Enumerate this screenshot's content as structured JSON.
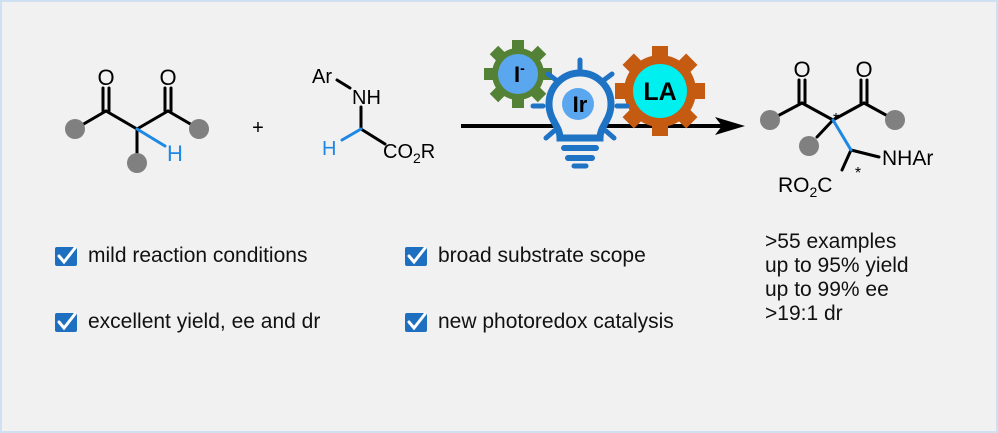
{
  "reaction": {
    "reactant1": {
      "atoms": {
        "o_left": "O",
        "o_right": "O",
        "h": "H"
      }
    },
    "plus": "+",
    "reactant2": {
      "atoms": {
        "ar": "Ar",
        "nh": "NH",
        "h": "H",
        "co2r_main": "CO",
        "co2r_sub": "2",
        "co2r_end": "R"
      }
    },
    "catalysts": {
      "iodide": {
        "label": "I",
        "charge": "-"
      },
      "photocatalyst": {
        "label": "Ir"
      },
      "lewis_acid": {
        "label": "LA"
      }
    },
    "product": {
      "atoms": {
        "o_left": "O",
        "o_right": "O",
        "star1": "*",
        "star2": "*",
        "nhar": "NHAr",
        "ro2c_a": "RO",
        "ro2c_sub": "2",
        "ro2c_b": "C"
      }
    }
  },
  "features": [
    {
      "label": "mild reaction conditions"
    },
    {
      "label": "broad substrate scope"
    },
    {
      "label": "excellent yield, ee and dr"
    },
    {
      "label": "new photoredox catalysis"
    }
  ],
  "stats": [
    ">55 examples",
    "up to 95% yield",
    "up to 99% ee",
    ">19:1 dr"
  ],
  "colors": {
    "highlight_bond": "#1e88e5",
    "substituent_dot": "#808080",
    "gear_green": "#538135",
    "gear_orange": "#c55a11",
    "iodide_circle": "#5aa7f0",
    "la_circle": "#00f0f0",
    "bulb_blue": "#1f73c4",
    "checkbox_blue": "#1f6fc0"
  }
}
